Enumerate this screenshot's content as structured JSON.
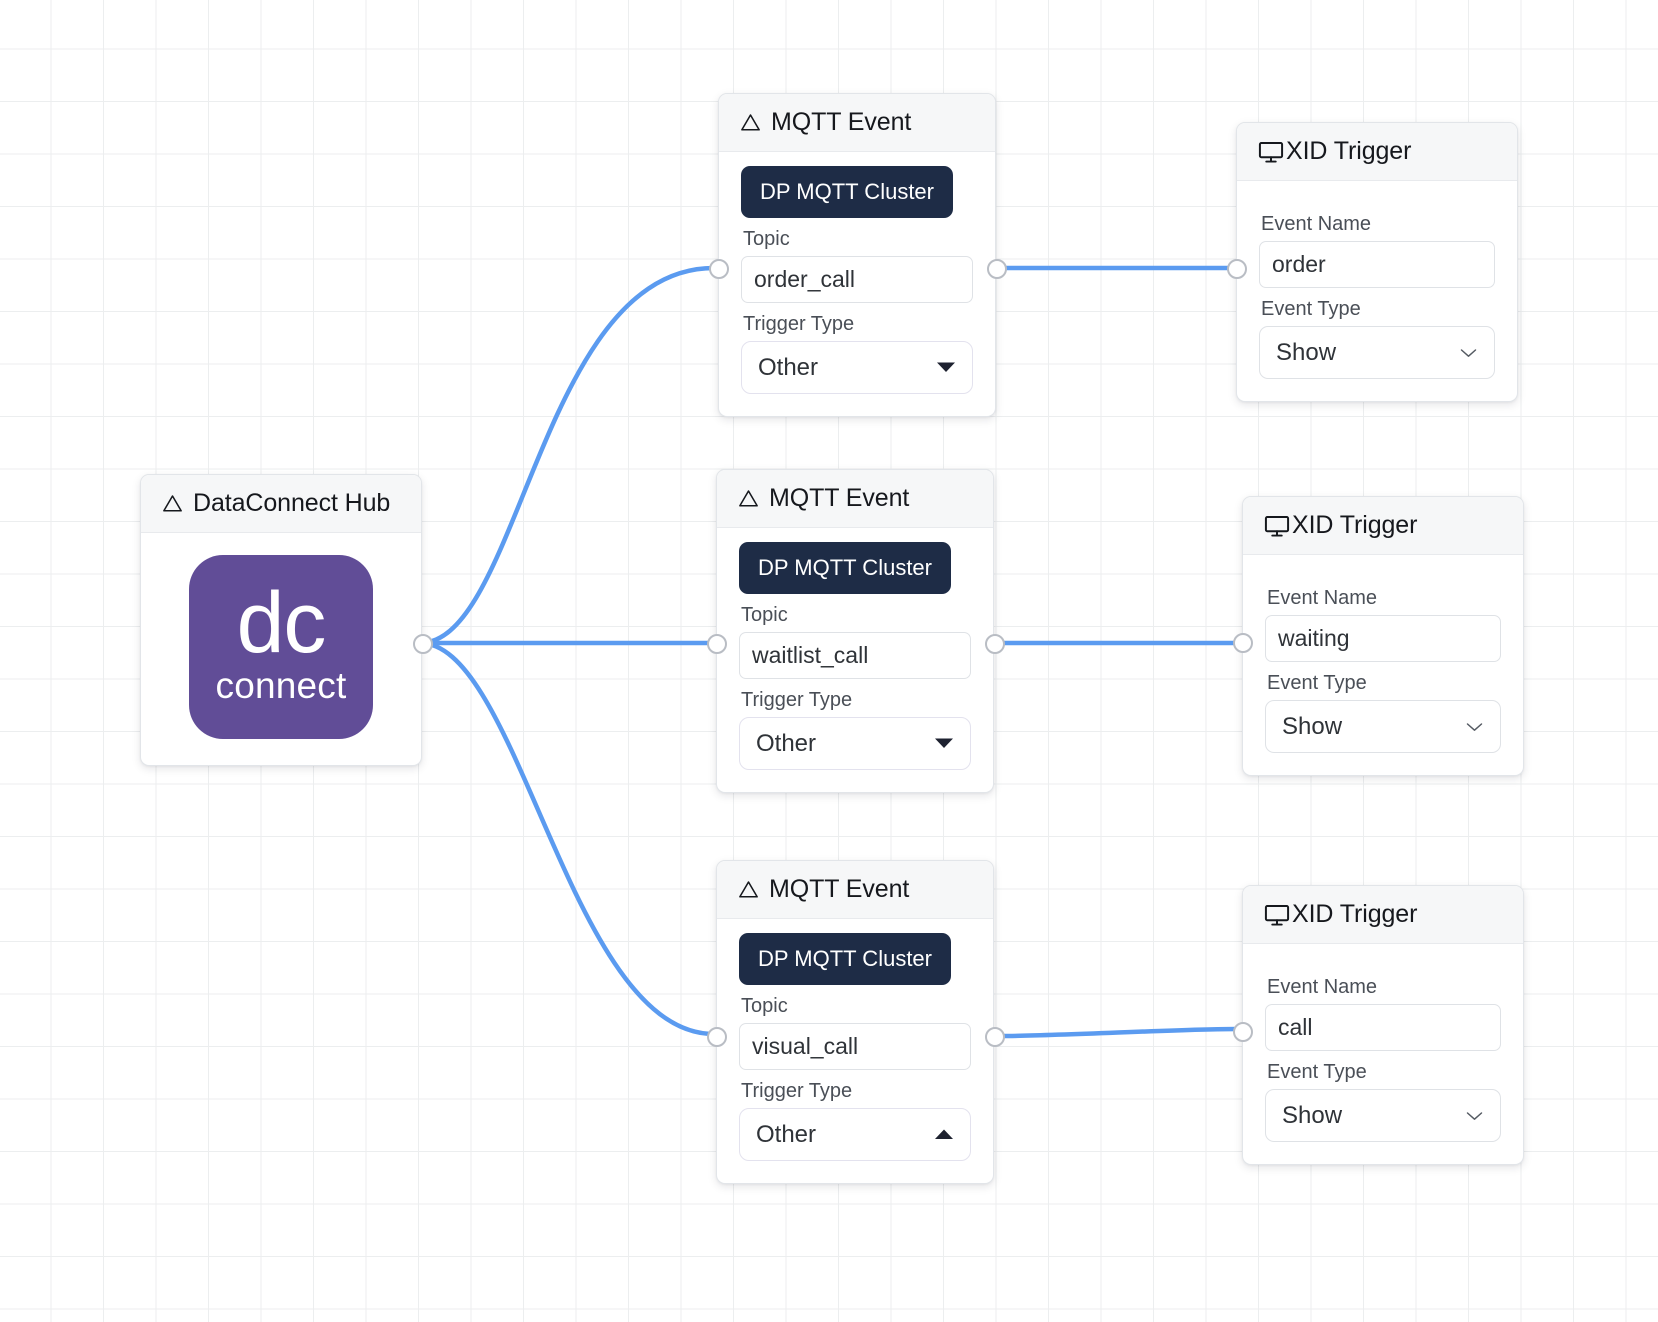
{
  "canvas": {
    "grid": true,
    "background_color": "#ffffff",
    "grid_color": "#eceeef",
    "edge_color": "#5b9bf0"
  },
  "hub_node": {
    "title": "DataConnect Hub",
    "icon": "warning-triangle-icon",
    "logo": {
      "mark": "dc",
      "wordmark": "connect",
      "color": "#614d97"
    }
  },
  "mqtt_nodes": [
    {
      "title": "MQTT Event",
      "icon": "warning-triangle-icon",
      "cluster_chip": "DP MQTT Cluster",
      "topic_label": "Topic",
      "topic_value": "order_call",
      "trigger_type_label": "Trigger Type",
      "trigger_type_value": "Other",
      "caret": "caret-down-icon"
    },
    {
      "title": "MQTT Event",
      "icon": "warning-triangle-icon",
      "cluster_chip": "DP MQTT Cluster",
      "topic_label": "Topic",
      "topic_value": "waitlist_call",
      "trigger_type_label": "Trigger Type",
      "trigger_type_value": "Other",
      "caret": "caret-down-icon"
    },
    {
      "title": "MQTT Event",
      "icon": "warning-triangle-icon",
      "cluster_chip": "DP MQTT Cluster",
      "topic_label": "Topic",
      "topic_value": "visual_call",
      "trigger_type_label": "Trigger Type",
      "trigger_type_value": "Other",
      "caret": "caret-up-icon"
    }
  ],
  "xid_nodes": [
    {
      "title": "XID Trigger",
      "icon": "monitor-icon",
      "event_name_label": "Event Name",
      "event_name_value": "order",
      "event_type_label": "Event Type",
      "event_type_value": "Show",
      "caret": "chevron-down-icon"
    },
    {
      "title": "XID Trigger",
      "icon": "monitor-icon",
      "event_name_label": "Event Name",
      "event_name_value": "waiting",
      "event_type_label": "Event Type",
      "event_type_value": "Show",
      "caret": "chevron-down-icon"
    },
    {
      "title": "XID Trigger",
      "icon": "monitor-icon",
      "event_name_label": "Event Name",
      "event_name_value": "call",
      "event_type_label": "Event Type",
      "event_type_value": "Show",
      "caret": "chevron-down-icon"
    }
  ]
}
